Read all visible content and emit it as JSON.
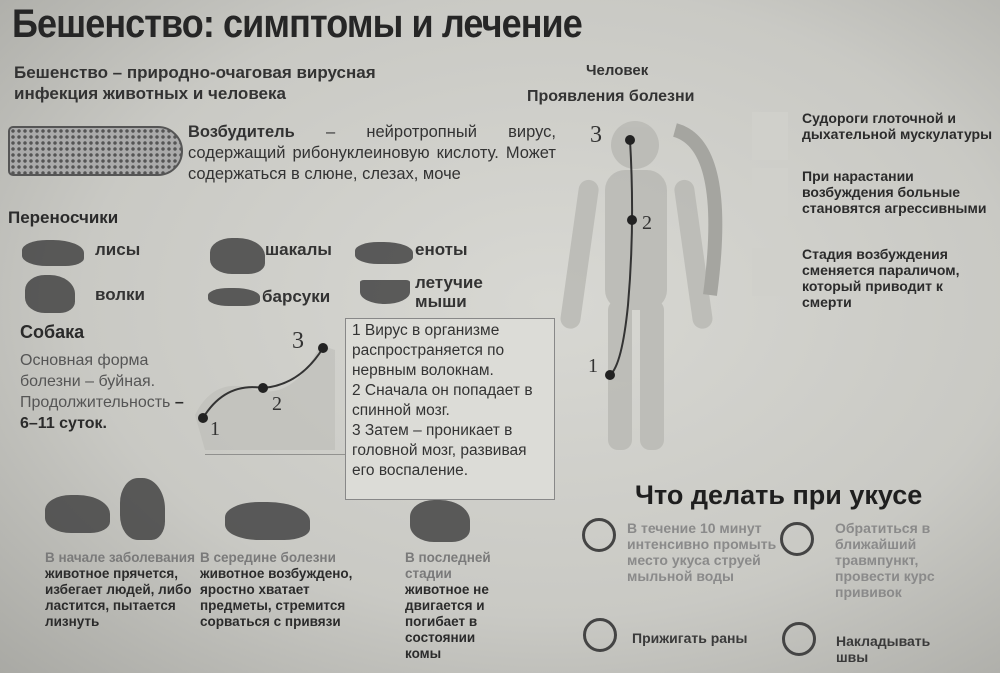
{
  "title": "Бешенство: симптомы и лечение",
  "subtitle": [
    "Бешенство – природно-очаговая вирусная",
    "инфекция животных и человека"
  ],
  "human": {
    "title": "Человек",
    "subtitle": "Проявления болезни"
  },
  "agent": {
    "label": "Возбудитель",
    "text": " – нейротропный вирус, содержащий рибонуклеиновую кислоту. Может содержаться в слюне, слезах, моче"
  },
  "carriers": {
    "title": "Переносчики",
    "items": [
      "лисы",
      "волки",
      "шакалы",
      "еноты",
      "барсуки",
      "летучие мыши"
    ]
  },
  "dog": {
    "title": "Собака",
    "text": "Основная форма болезни – буйная. Продолжительность",
    "duration": "– 6–11 суток."
  },
  "virus_path": [
    "1 Вирус в организме распространяется по нервным волокнам.",
    "2 Сначала он попадает в спинной мозг.",
    "3 Затем – проникает в головной мозг, развивая его воспаление."
  ],
  "markers": [
    "1",
    "2",
    "3"
  ],
  "symptoms": [
    "Судороги глоточной и дыхательной мускулатуры",
    "При нарастании возбуждения больные становятся агрессивными",
    "Стадия возбуждения сменяется параличом, который приводит к смерти"
  ],
  "stages": [
    {
      "lead": "В начале заболевания",
      "text": "животное прячется, избегает людей, либо ластится, пытается лизнуть"
    },
    {
      "lead": "В середине болезни",
      "text": "животное возбуждено, яростно хватает предметы, стремится сорваться с привязи"
    },
    {
      "lead": "В последней стадии",
      "text": "животное не двигается и погибает в состоянии комы"
    }
  ],
  "todo": {
    "title": "Что делать при укусе",
    "tips": [
      "В течение 10 минут интенсивно промыть место укуса струей мыльной воды",
      "Обратиться в ближайший травмпункт, провести курс прививок",
      "Прижигать раны",
      "Накладывать швы"
    ]
  }
}
